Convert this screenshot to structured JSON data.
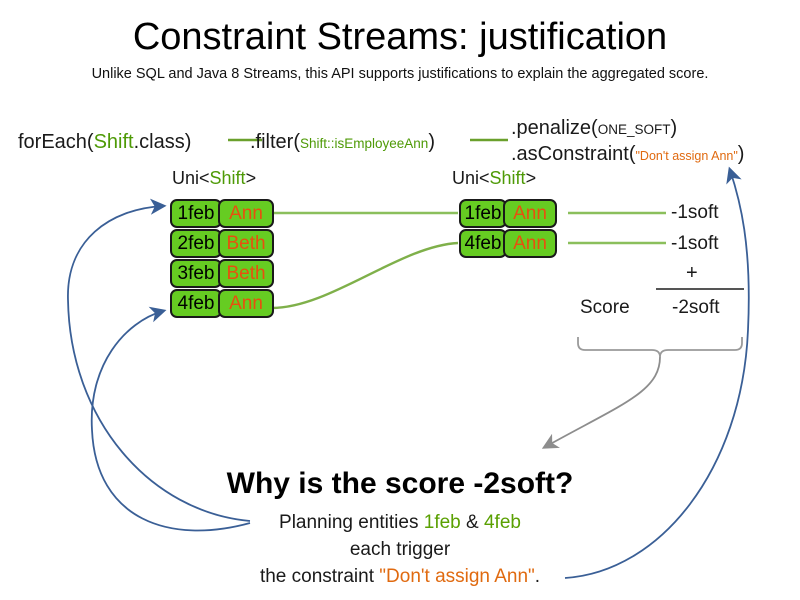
{
  "header": {
    "title": "Constraint Streams: justification",
    "subtitle": "Unlike SQL and Java 8 Streams, this API supports justifications to explain the aggregated score."
  },
  "pipeline": {
    "foreach": {
      "method": "forEach(",
      "type": "Shift",
      "suffix": ".class)"
    },
    "filter": {
      "method": ".filter(",
      "ref": "Shift::isEmployeeAnn",
      "suffix": ")"
    },
    "penalize": {
      "method": ".penalize(",
      "arg": "ONE_SOFT",
      "suffix": ")"
    },
    "as_constraint": {
      "method": ".asConstraint(",
      "arg": "\"Don't assign Ann\"",
      "suffix": ")"
    },
    "stream_label_left": {
      "prefix": "Uni<",
      "type": "Shift",
      "suffix": ">"
    },
    "stream_label_right": {
      "prefix": "Uni<",
      "type": "Shift",
      "suffix": ">"
    }
  },
  "left_stream": {
    "cards": [
      {
        "date": "1feb",
        "employee": "Ann"
      },
      {
        "date": "2feb",
        "employee": "Beth"
      },
      {
        "date": "3feb",
        "employee": "Beth"
      },
      {
        "date": "4feb",
        "employee": "Ann"
      }
    ]
  },
  "right_stream": {
    "cards": [
      {
        "date": "1feb",
        "employee": "Ann"
      },
      {
        "date": "4feb",
        "employee": "Ann"
      }
    ]
  },
  "score": {
    "penalties": [
      "-1soft",
      "-1soft"
    ],
    "operator": "+",
    "label": "Score",
    "total": "-2soft"
  },
  "explanation": {
    "question": "Why is the score -2soft?",
    "line1_prefix": "Planning entities ",
    "line1_entity_a": "1feb",
    "line1_amp": " & ",
    "line1_entity_b": "4feb",
    "line2": "each trigger",
    "line3_prefix": "the constraint ",
    "line3_constraint": "\"Don't assign Ann\"",
    "line3_suffix": "."
  },
  "colors": {
    "card_fill": "#66cc22",
    "card_border": "#1a1a1a",
    "employee_text": "#e8500f",
    "type_green": "#4e9a06",
    "constraint_orange": "#e06a10",
    "arrow_blue": "#3a5f96",
    "connector_green": "#7fb04a",
    "brace_gray": "#9a9a9a"
  }
}
